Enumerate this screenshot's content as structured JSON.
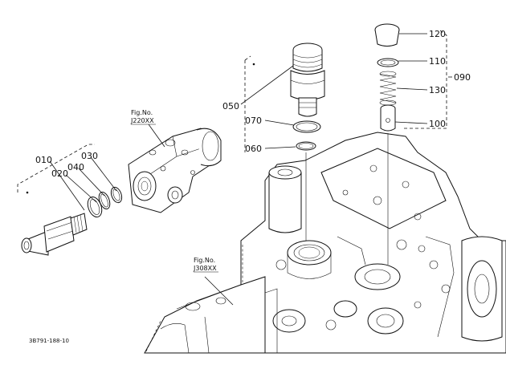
{
  "callouts": {
    "c010": "010",
    "c020": "020",
    "c030": "030",
    "c040": "040",
    "c050": "050",
    "c060": "060",
    "c070": "070",
    "c090": "090",
    "c100": "100",
    "c110": "110",
    "c120": "120",
    "c130": "130"
  },
  "fig_refs": {
    "ref1_line1": "Fig.No.",
    "ref1_line2": "J220XX",
    "ref2_line1": "Fig.No.",
    "ref2_line2": "J308XX"
  },
  "drawing_code": "3B791-188-10"
}
